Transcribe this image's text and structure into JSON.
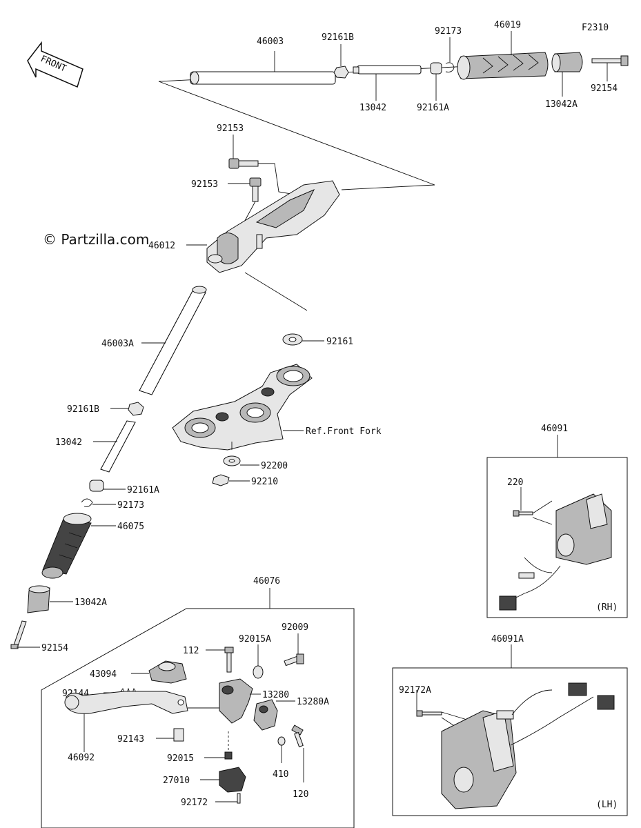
{
  "figure_code": "F2310",
  "watermark": "© Partzilla.com",
  "front_label": "FRONT",
  "ref_label": "Ref.Front Fork",
  "box_tags": {
    "rh": "(RH)",
    "lh": "(LH)"
  },
  "labels": {
    "p46003": "46003",
    "p92161b_top": "92161B",
    "p92173_top": "92173",
    "p46019": "46019",
    "p13042_top": "13042",
    "p92161a_top": "92161A",
    "p13042a_top": "13042A",
    "p92154_top": "92154",
    "p92153a": "92153",
    "p92153b": "92153",
    "p46012": "46012",
    "p92161": "92161",
    "p46003a": "46003A",
    "p92161b": "92161B",
    "p13042": "13042",
    "p92161a": "92161A",
    "p92173": "92173",
    "p46075": "46075",
    "p13042a": "13042A",
    "p92154": "92154",
    "p92200": "92200",
    "p92210": "92210",
    "p46091": "46091",
    "p220": "220",
    "p46091a": "46091A",
    "p92172a": "92172A",
    "p46076": "46076",
    "p92009": "92009",
    "p112": "112",
    "p92015a": "92015A",
    "p43094": "43094",
    "p13280": "13280",
    "p92144": "92144",
    "p13280a": "13280A",
    "p92143": "92143",
    "p46092": "46092",
    "p92015": "92015",
    "p410": "410",
    "p120": "120",
    "p27010": "27010",
    "p92172": "92172"
  }
}
